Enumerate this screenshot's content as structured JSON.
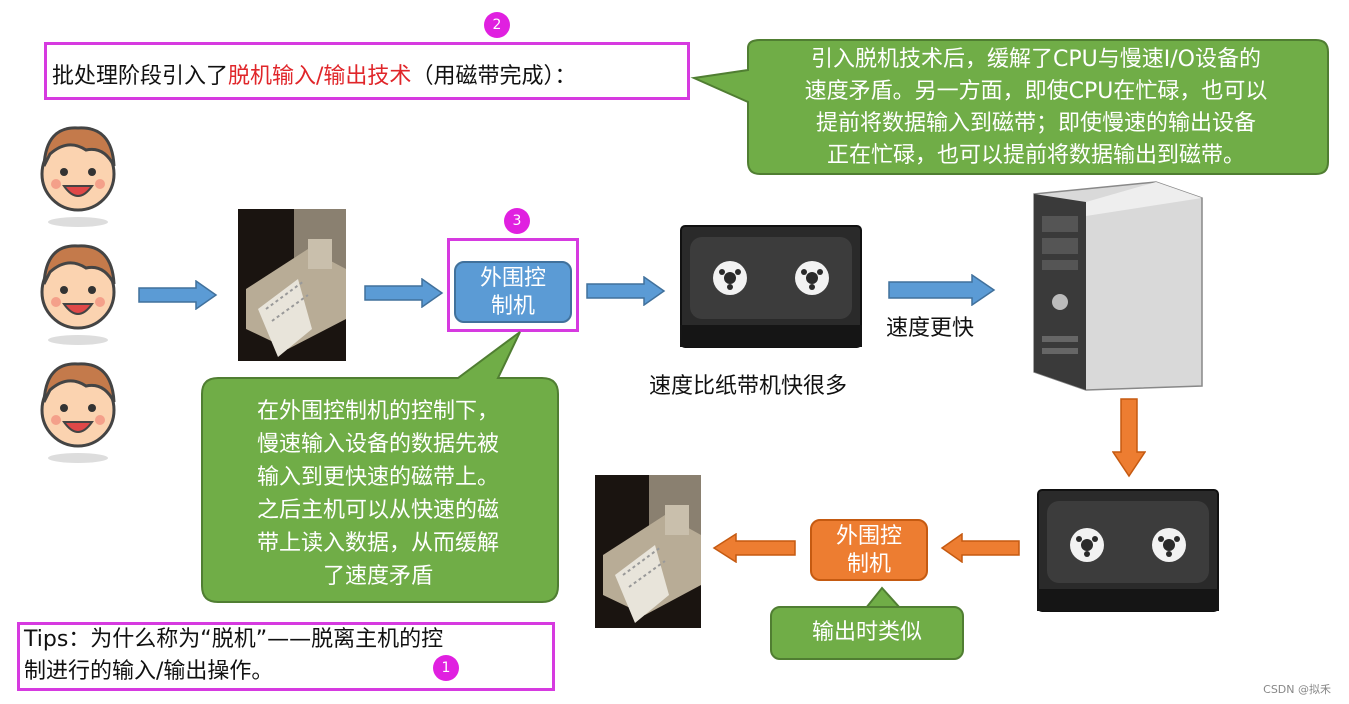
{
  "title": {
    "prefix": "批处理阶段引入了",
    "highlight": "脱机输入/输出技术",
    "suffix": "（用磁带完成）："
  },
  "badges": {
    "one": "1",
    "two": "2",
    "three": "3"
  },
  "top_callout": {
    "lines": [
      "引入脱机技术后，缓解了CPU与慢速I/O设备的",
      "速度矛盾。另一方面，即使CPU在忙碌，也可以",
      "提前将数据输入到磁带；即使慢速的输出设备",
      "正在忙碌，也可以提前将数据输出到磁带。"
    ]
  },
  "peripheral_controller_in": {
    "line1": "外围控",
    "line2": "制机"
  },
  "peripheral_controller_out": {
    "line1": "外围控",
    "line2": "制机"
  },
  "tape_label": "速度比纸带机快很多",
  "faster_label": "速度更快",
  "middle_callout": {
    "lines": [
      "在外围控制机的控制下，",
      "慢速输入设备的数据先被",
      "输入到更快速的磁带上。",
      "之后主机可以从快速的磁",
      "带上读入数据，从而缓解",
      "了速度矛盾"
    ]
  },
  "output_note": "输出时类似",
  "tips": {
    "line1": "Tips：为什么称为“脱机”——脱离主机的控",
    "line2": "制进行的输入/输出操作。"
  },
  "watermark": "CSDN @拟禾",
  "colors": {
    "accent_magenta": "#d63ae0",
    "callout_green": "#70ad47",
    "arrow_blue": "#5b9bd5",
    "arrow_orange": "#ed7d31",
    "highlight_red": "#e0262a"
  }
}
